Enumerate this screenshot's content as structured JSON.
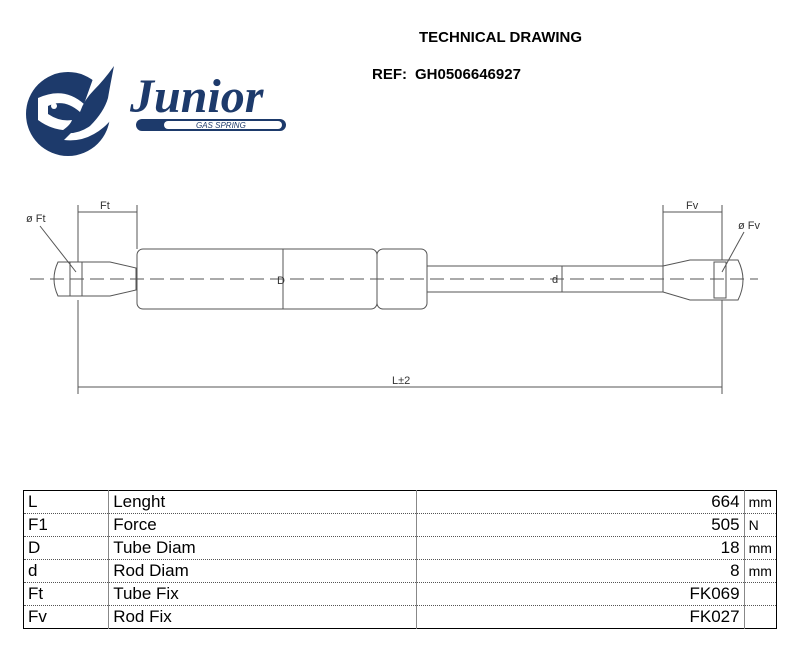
{
  "header": {
    "title": "TECHNICAL DRAWING",
    "ref_label": "REF:",
    "ref_value": "GH0506646927"
  },
  "logo": {
    "brand": "Junior",
    "subtitle": "GAS SPRING",
    "color": "#1d3a6b"
  },
  "drawing": {
    "labels": {
      "phi_ft": "ø Ft",
      "ft": "Ft",
      "fv": "Fv",
      "phi_fv": "ø Fv",
      "d_tube": "D",
      "d_rod": "d",
      "length": "L±2"
    }
  },
  "specs": [
    {
      "code": "L",
      "name": "Lenght",
      "value": "664",
      "unit": "mm"
    },
    {
      "code": "F1",
      "name": "Force",
      "value": "505",
      "unit": "N"
    },
    {
      "code": "D",
      "name": "Tube Diam",
      "value": "18",
      "unit": "mm"
    },
    {
      "code": "d",
      "name": "Rod Diam",
      "value": "8",
      "unit": "mm"
    },
    {
      "code": "Ft",
      "name": "Tube Fix",
      "value": "FK069",
      "unit": ""
    },
    {
      "code": "Fv",
      "name": "Rod Fix",
      "value": "FK027",
      "unit": ""
    }
  ]
}
